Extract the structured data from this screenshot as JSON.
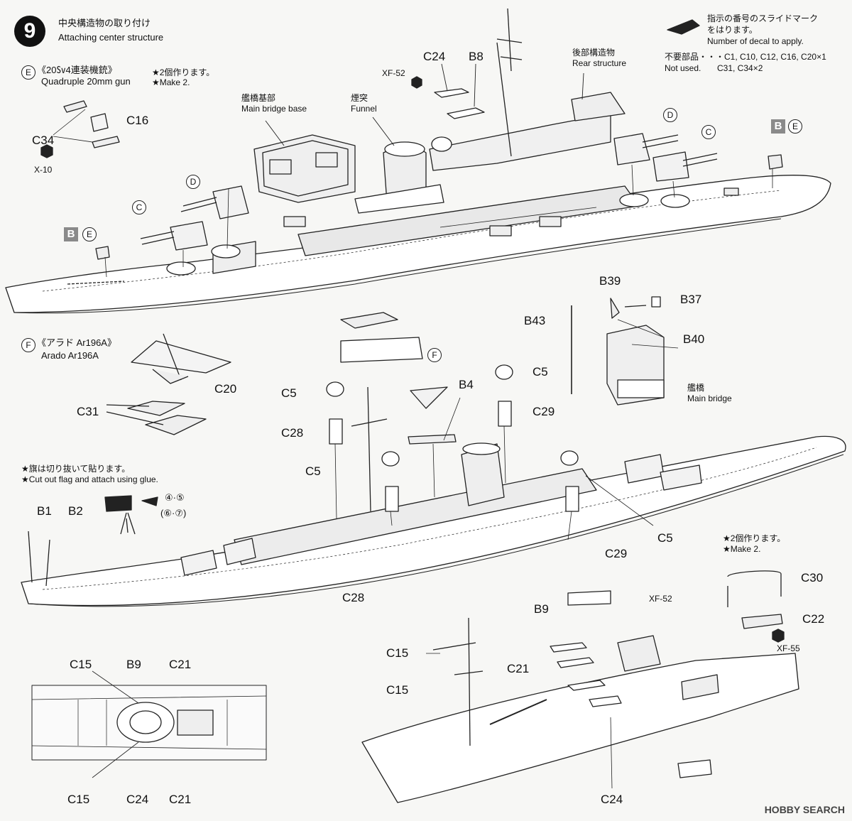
{
  "step": {
    "number": "9",
    "title_ja": "中央構造物の取り付け",
    "title_en": "Attaching center structure"
  },
  "decal_note": {
    "ja": "指示の番号のスライドマーク",
    "ja2": "をはります。",
    "en": "Number of decal to apply."
  },
  "not_used": {
    "ja": "不要部品・・・C1, C10, C12, C16, C20×1",
    "en_label": "Not used.",
    "en_parts": "C31, C34×2"
  },
  "subassembly_e": {
    "letter": "E",
    "title": "《20㏜4連装機銃》",
    "title_en": "Quadruple 20mm gun",
    "note_ja": "★2個作ります。",
    "note_en": "★Make 2.",
    "parts": {
      "c16": "C16",
      "c34": "C34"
    },
    "paint": "X-10"
  },
  "subassembly_f": {
    "letter": "F",
    "title": "《アラド Ar196A》",
    "title_en": "Arado Ar196A",
    "parts": {
      "c20": "C20",
      "c31": "C31"
    }
  },
  "callouts_top": {
    "bridge_base_ja": "艦橋基部",
    "bridge_base_en": "Main bridge base",
    "funnel_ja": "煙突",
    "funnel_en": "Funnel",
    "rear_ja": "後部構造物",
    "rear_en": "Rear structure",
    "c24": "C24",
    "b8": "B8",
    "xf52": "XF-52",
    "d1": "D",
    "c1": "C",
    "d2": "D",
    "c2": "C",
    "b1": "B",
    "e1": "E",
    "b2": "B",
    "e2": "E"
  },
  "callouts_mid": {
    "b39": "B39",
    "b37": "B37",
    "b43": "B43",
    "b40": "B40",
    "bridge_ja": "艦橋",
    "bridge_en": "Main bridge",
    "c5a": "C5",
    "c5b": "C5",
    "c5c": "C5",
    "c5d": "C5",
    "b4": "B4",
    "c28a": "C28",
    "c28b": "C28",
    "c29a": "C29",
    "c29b": "C29",
    "f": "F"
  },
  "flag_note": {
    "ja": "★旗は切り抜いて貼ります。",
    "en": "★Cut out flag and attach using glue.",
    "decals1": "④·⑤",
    "decals2": "(⑥·⑦)",
    "b1": "B1",
    "b2": "B2"
  },
  "davit": {
    "note_ja": "★2個作ります。",
    "note_en": "★Make 2.",
    "c30": "C30",
    "c22": "C22",
    "paint": "XF-55"
  },
  "plan_view": {
    "c15a": "C15",
    "b9": "B9",
    "c21a": "C21",
    "c15b": "C15",
    "c24": "C24",
    "c21b": "C21"
  },
  "detail_view": {
    "b9": "B9",
    "xf52": "XF-52",
    "c15a": "C15",
    "c21": "C21",
    "c15b": "C15",
    "c24": "C24"
  },
  "watermark": "HOBBY SEARCH"
}
